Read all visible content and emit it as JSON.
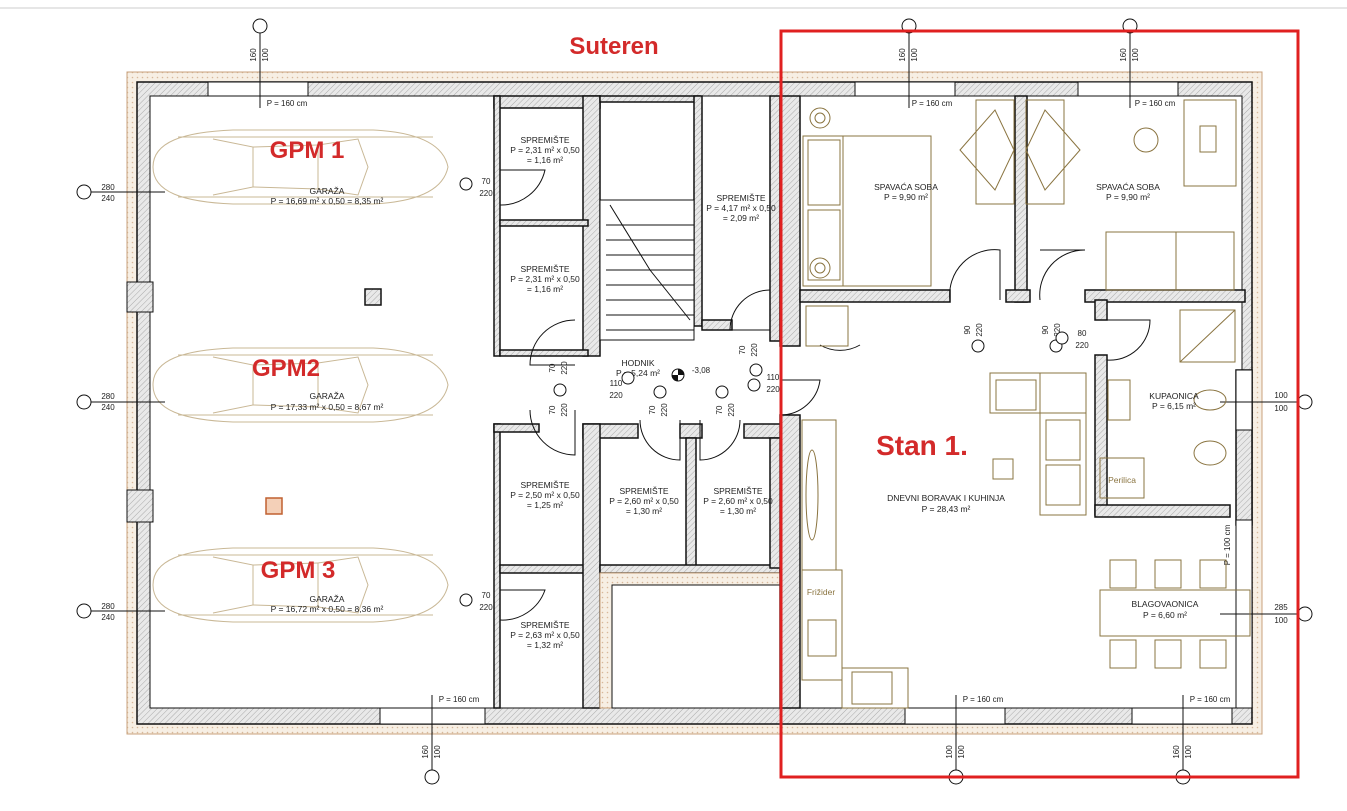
{
  "floor_title": "Suteren",
  "apartment_label": "Stan 1.",
  "parking": [
    {
      "label": "GPM 1",
      "room": "GARAŽA",
      "formula": "P = 16,69 m² x 0,50 = 8,35 m²",
      "dim_top": "280",
      "dim_bottom": "240"
    },
    {
      "label": "GPM2",
      "room": "GARAŽA",
      "formula": "P = 17,33 m² x 0,50 = 8,67 m²",
      "dim_top": "280",
      "dim_bottom": "240"
    },
    {
      "label": "GPM 3",
      "room": "GARAŽA",
      "formula": "P = 16,72 m² x 0,50 = 8,36 m²",
      "dim_top": "280",
      "dim_bottom": "240"
    }
  ],
  "storages": [
    {
      "name": "SPREMIŠTE",
      "l1": "P = 2,31 m² x 0,50",
      "l2": "= 1,16 m²"
    },
    {
      "name": "SPREMIŠTE",
      "l1": "P = 2,31 m² x 0,50",
      "l2": "= 1,16 m²"
    },
    {
      "name": "SPREMIŠTE",
      "l1": "P = 4,17 m² x 0,50",
      "l2": "= 2,09 m²"
    },
    {
      "name": "SPREMIŠTE",
      "l1": "P = 2,50 m² x 0,50",
      "l2": "= 1,25 m²"
    },
    {
      "name": "SPREMIŠTE",
      "l1": "P = 2,60 m² x 0,50",
      "l2": "= 1,30 m²"
    },
    {
      "name": "SPREMIŠTE",
      "l1": "P = 2,60 m² x 0,50",
      "l2": "= 1,30 m²"
    },
    {
      "name": "SPREMIŠTE",
      "l1": "P = 2,63 m² x 0,50",
      "l2": "= 1,32 m²"
    }
  ],
  "hallway": {
    "name": "HODNIK",
    "area": "P = 5,24 m²",
    "level": "-3,08"
  },
  "apartment_rooms": {
    "bedroom1": {
      "name": "SPAVAĆA SOBA",
      "area": "P = 9,90 m²"
    },
    "bedroom2": {
      "name": "SPAVAĆA SOBA",
      "area": "P = 9,90 m²"
    },
    "bathroom": {
      "name": "KUPAONICA",
      "area": "P = 6,15 m²"
    },
    "living": {
      "name": "DNEVNI BORAVAK I KUHINJA",
      "area": "P = 28,43 m²"
    },
    "dining": {
      "name": "BLAGOVAONICA",
      "area": "P = 6,60 m²"
    },
    "fridge": "Frižider",
    "washer": "Perilica"
  },
  "windows": {
    "p160": "P = 160 cm",
    "p100": "P = 100 cm",
    "w160": "160",
    "w100": "100",
    "w285": "285",
    "w280": "280",
    "w240": "240"
  },
  "doors": {
    "d70": "70",
    "d220": "220",
    "d110": "110",
    "d90": "90",
    "d80": "80"
  },
  "colors": {
    "title_red": "#d32a2a",
    "frame_red": "#e02020",
    "furniture": "#8a7440"
  }
}
